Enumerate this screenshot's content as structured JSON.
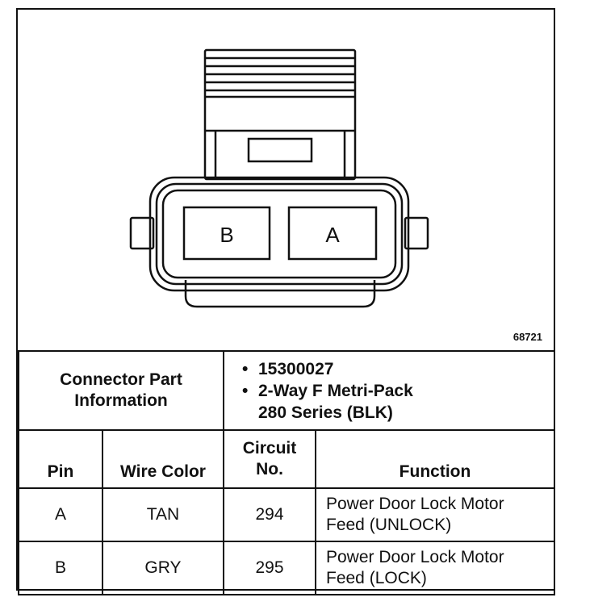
{
  "figure_id": "68721",
  "connector": {
    "cavity_left": "B",
    "cavity_right": "A"
  },
  "part_info": {
    "title_line1": "Connector Part",
    "title_line2": "Information",
    "items": [
      "15300027",
      "2-Way F Metri-Pack",
      "280 Series (BLK)"
    ]
  },
  "columns": {
    "pin": "Pin",
    "wire_color": "Wire Color",
    "circuit_line1": "Circuit",
    "circuit_line2": "No.",
    "function": "Function"
  },
  "rows": [
    {
      "pin": "A",
      "wire_color": "TAN",
      "circuit": "294",
      "function_line1": "Power Door Lock Motor",
      "function_line2": "Feed (UNLOCK)"
    },
    {
      "pin": "B",
      "wire_color": "GRY",
      "circuit": "295",
      "function_line1": "Power Door Lock Motor",
      "function_line2": "Feed (LOCK)"
    }
  ]
}
